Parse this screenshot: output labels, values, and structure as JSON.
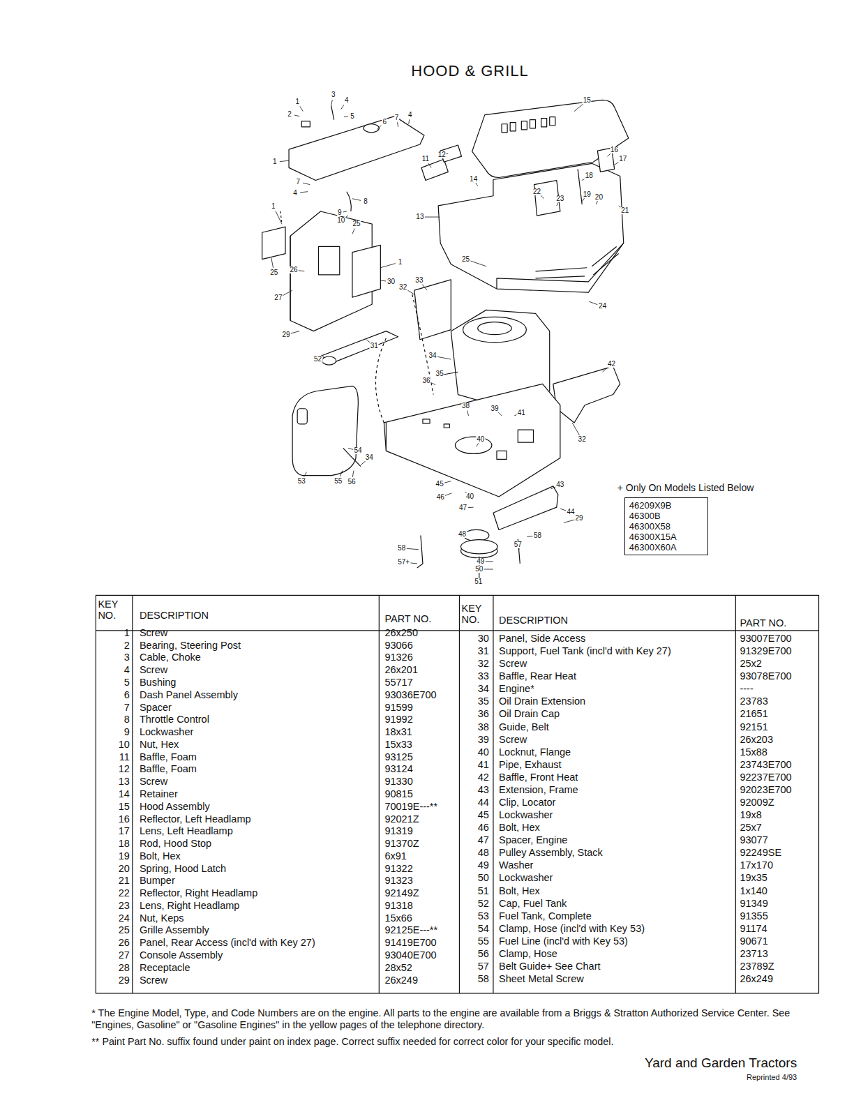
{
  "diagram": {
    "title": "HOOD & GRILL",
    "nodes": [
      {
        "text": [
          "+ Only On Models Listed Below",
          "46209X9B",
          "46300B",
          "46300X58",
          "46300X15A",
          "46300X60A"
        ]
      }
    ],
    "labels": [
      "1",
      "3",
      "2",
      "4",
      "5",
      "6",
      "7",
      "4",
      "1",
      "7",
      "4",
      "8",
      "9",
      "10",
      "1",
      "25",
      "1",
      "30",
      "25",
      "26",
      "27",
      "29",
      "31",
      "32",
      "33",
      "52",
      "53",
      "55",
      "56",
      "54",
      "34",
      "34",
      "35",
      "36",
      "38",
      "39",
      "41",
      "42",
      "32",
      "40",
      "45",
      "46",
      "40",
      "47",
      "43",
      "44",
      "29",
      "58",
      "57",
      "48",
      "58",
      "57+",
      "49",
      "50",
      "51",
      "15",
      "11",
      "12",
      "14",
      "13",
      "16",
      "17",
      "18",
      "22",
      "23",
      "19",
      "20",
      "21",
      "25",
      "24",
      "KEY NO.",
      "DESCRIPTION",
      "PART NO.",
      "KEY NO.",
      "DESCRIPTION",
      "PART NO.",
      "1",
      "Screw",
      "26x250",
      "2",
      "Bearing, Steering Post",
      "93066",
      "3",
      "Cable, Choke",
      "91326",
      "4",
      "Screw",
      "26x201",
      "5",
      "Bushing",
      "55717",
      "6",
      "Dash Panel Assembly",
      "93036E700",
      "7",
      "Spacer",
      "91599",
      "8",
      "Throttle Control",
      "91992",
      "9",
      "Lockwasher",
      "18x31",
      "10",
      "Nut, Hex",
      "15x33",
      "11",
      "Baffle, Foam",
      "93125",
      "12",
      "Baffle, Foam",
      "93124",
      "13",
      "Screw",
      "91330",
      "14",
      "Retainer",
      "90815",
      "15",
      "Hood Assembly",
      "70019E---**",
      "16",
      "Reflector, Left Headlamp",
      "92021Z",
      "17",
      "Lens, Left Headlamp",
      "91319",
      "18",
      "Rod, Hood Stop",
      "91370Z",
      "19",
      "Bolt, Hex",
      "6x91",
      "20",
      "Spring, Hood Latch",
      "91322",
      "21",
      "Bumper",
      "91323",
      "22",
      "Reflector, Right Headlamp",
      "92149Z",
      "23",
      "Lens, Right Headlamp",
      "91318",
      "24",
      "Nut, Keps",
      "15x66",
      "25",
      "Grille Assembly",
      "92125E---**",
      "26",
      "Panel, Rear Access (incl'd with Key 27)",
      "91419E700",
      "27",
      "Console Assembly",
      "93040E700",
      "28",
      "Receptacle",
      "28x52",
      "29",
      "Screw",
      "26x249",
      "30",
      "Panel, Side Access",
      "93007E700",
      "31",
      "Support, Fuel Tank (incl'd with Key 27)",
      "91329E700",
      "32",
      "Screw",
      "25x2",
      "33",
      "Baffle, Rear Heat",
      "93078E700",
      "34",
      "Engine*",
      "----",
      "35",
      "Oil Drain Extension",
      "23783",
      "36",
      "Oil Drain Cap",
      "21651",
      "38",
      "Guide, Belt",
      "92151",
      "39",
      "Screw",
      "26x203",
      "40",
      "Locknut, Flange",
      "15x88",
      "41",
      "Pipe, Exhaust",
      "23743E700",
      "42",
      "Baffle, Front Heat",
      "92237E700",
      "43",
      "Extension, Frame",
      "92023E700",
      "44",
      "Clip, Locator",
      "92009Z",
      "45",
      "Lockwasher",
      "19x8",
      "46",
      "Bolt, Hex",
      "25x7",
      "47",
      "Spacer, Engine",
      "93077",
      "48",
      "Pulley Assembly, Stack",
      "92249SE",
      "49",
      "Washer",
      "17x170",
      "50",
      "Lockwasher",
      "19x35",
      "51",
      "Bolt, Hex",
      "1x140",
      "52",
      "Cap, Fuel Tank",
      "91349",
      "53",
      "Fuel Tank, Complete",
      "91355",
      "54",
      "Clamp, Hose (incl'd with Key 53)",
      "91174",
      "55",
      "Fuel Line (incl'd with Key 53)",
      "90671",
      "56",
      "Clamp, Hose",
      "23713",
      "57",
      "Belt Guide+ See Chart",
      "23789Z",
      "58",
      "Sheet Metal Screw",
      "26x249",
      "* The Engine Model, Type, and Code Numbers are on the engine. All parts to the engine are available from a Briggs & Stratton Authorized Service Center. See \"Engines, Gasoline\" or \"Gasoline Engines\" in the yellow pages of the telephone directory.",
      "** Paint Part No. suffix found under paint on index page. Correct suffix needed for correct color for your specific model.",
      "Yard and Garden Tractors",
      "Reprinted 4/93"
    ]
  }
}
